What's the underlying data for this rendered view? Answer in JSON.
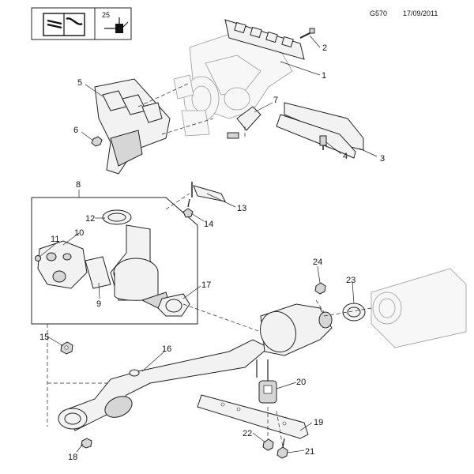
{
  "header": {
    "code": "G570",
    "date": "17/09/2011",
    "icon_number": "25",
    "book_icon": "manual-book-icon",
    "tool_icon": "service-tool-icon"
  },
  "callouts": [
    {
      "id": "1",
      "label": "1"
    },
    {
      "id": "2",
      "label": "2"
    },
    {
      "id": "3",
      "label": "3"
    },
    {
      "id": "4",
      "label": "4"
    },
    {
      "id": "5",
      "label": "5"
    },
    {
      "id": "6",
      "label": "6"
    },
    {
      "id": "7",
      "label": "7"
    },
    {
      "id": "8",
      "label": "8"
    },
    {
      "id": "9",
      "label": "9"
    },
    {
      "id": "10",
      "label": "10"
    },
    {
      "id": "11",
      "label": "11"
    },
    {
      "id": "12",
      "label": "12"
    },
    {
      "id": "13",
      "label": "13"
    },
    {
      "id": "14",
      "label": "14"
    },
    {
      "id": "15",
      "label": "15"
    },
    {
      "id": "16",
      "label": "16"
    },
    {
      "id": "17",
      "label": "17"
    },
    {
      "id": "18",
      "label": "18"
    },
    {
      "id": "19",
      "label": "19"
    },
    {
      "id": "20",
      "label": "20"
    },
    {
      "id": "21",
      "label": "21"
    },
    {
      "id": "22",
      "label": "22"
    },
    {
      "id": "23",
      "label": "23"
    },
    {
      "id": "24",
      "label": "24"
    }
  ]
}
